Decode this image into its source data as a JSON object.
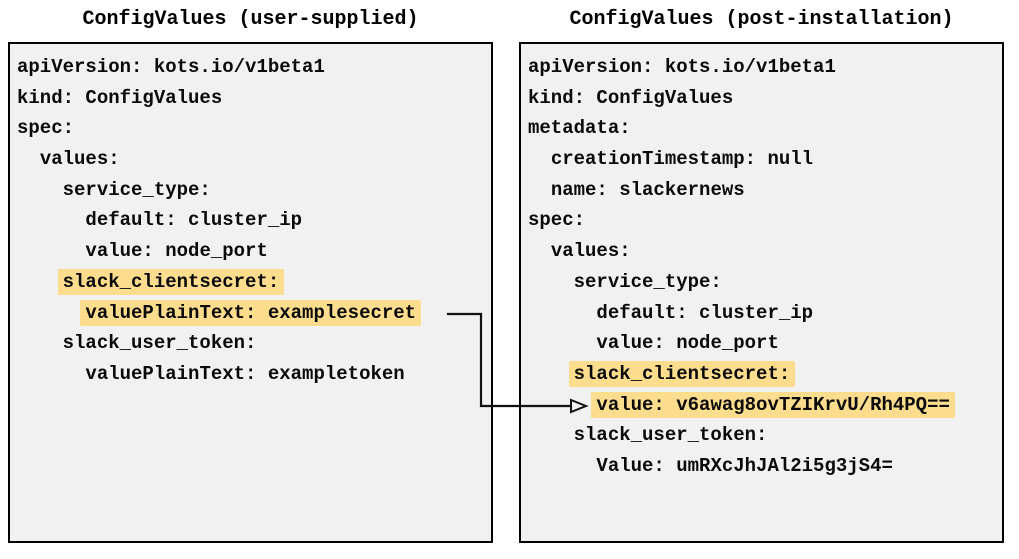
{
  "colors": {
    "highlight": "#fcdd8e",
    "panel_background": "#f1f1f1",
    "panel_border": "#000000",
    "text": "#0a0a0a",
    "arrow": "#111111"
  },
  "left": {
    "title": "ConfigValues (user-supplied)",
    "lines": [
      {
        "indent": "",
        "text": "apiVersion: kots.io/v1beta1",
        "highlighted": false
      },
      {
        "indent": "",
        "text": "kind: ConfigValues",
        "highlighted": false
      },
      {
        "indent": "",
        "text": "spec:",
        "highlighted": false
      },
      {
        "indent": "  ",
        "text": "values:",
        "highlighted": false
      },
      {
        "indent": "    ",
        "text": "service_type:",
        "highlighted": false
      },
      {
        "indent": "      ",
        "text": "default: cluster_ip",
        "highlighted": false
      },
      {
        "indent": "      ",
        "text": "value: node_port",
        "highlighted": false
      },
      {
        "indent": "    ",
        "text": "slack_clientsecret:",
        "highlighted": true
      },
      {
        "indent": "      ",
        "text": "valuePlainText: examplesecret",
        "highlighted": true
      },
      {
        "indent": "    ",
        "text": "slack_user_token:",
        "highlighted": false
      },
      {
        "indent": "      ",
        "text": "valuePlainText: exampletoken",
        "highlighted": false
      }
    ]
  },
  "right": {
    "title": "ConfigValues (post-installation)",
    "lines": [
      {
        "indent": "",
        "text": "apiVersion: kots.io/v1beta1",
        "highlighted": false
      },
      {
        "indent": "",
        "text": "kind: ConfigValues",
        "highlighted": false
      },
      {
        "indent": "",
        "text": "metadata:",
        "highlighted": false
      },
      {
        "indent": "  ",
        "text": "creationTimestamp: null",
        "highlighted": false
      },
      {
        "indent": "  ",
        "text": "name: slackernews",
        "highlighted": false
      },
      {
        "indent": "",
        "text": "spec:",
        "highlighted": false
      },
      {
        "indent": "  ",
        "text": "values:",
        "highlighted": false
      },
      {
        "indent": "    ",
        "text": "service_type:",
        "highlighted": false
      },
      {
        "indent": "      ",
        "text": "default: cluster_ip",
        "highlighted": false
      },
      {
        "indent": "      ",
        "text": "value: node_port",
        "highlighted": false
      },
      {
        "indent": "    ",
        "text": "slack_clientsecret:",
        "highlighted": true
      },
      {
        "indent": "      ",
        "text": "value: v6awag8ovTZIKrvU/Rh4PQ==",
        "highlighted": true
      },
      {
        "indent": "    ",
        "text": "slack_user_token:",
        "highlighted": false
      },
      {
        "indent": "      ",
        "text": "Value: umRXcJhJAl2i5g3jS4=",
        "highlighted": false
      }
    ]
  },
  "arrow": {
    "from": "valuePlainText: examplesecret",
    "to": "value: v6awag8ovTZIKrvU/Rh4PQ=="
  }
}
